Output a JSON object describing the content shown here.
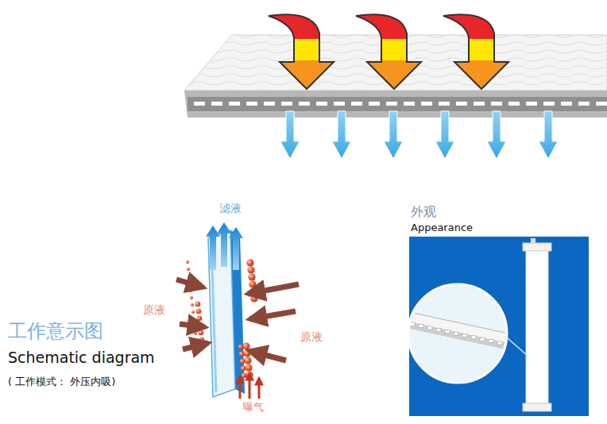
{
  "diagram": {
    "labels": [
      "滤液",
      "原液",
      "原液",
      "工作意示图",
      "Schematic diagram",
      "( 工作模式： 外压内吸)",
      "曝气",
      "外观",
      "Appearance"
    ]
  }
}
